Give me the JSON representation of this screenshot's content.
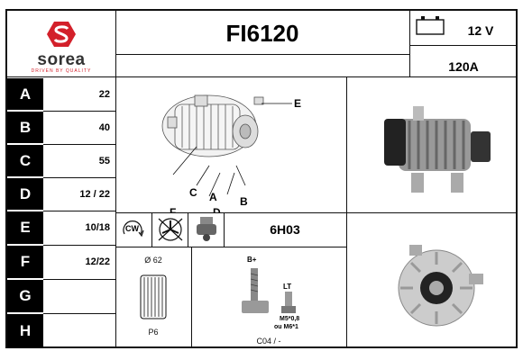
{
  "brand": {
    "name": "sorea",
    "tagline": "DRIVEN BY QUALITY",
    "color": "#d3202a"
  },
  "header": {
    "part_number": "FI6120",
    "voltage": "12 V",
    "amperage": "120A"
  },
  "rows": [
    {
      "letter": "A",
      "value": "22"
    },
    {
      "letter": "B",
      "value": "40"
    },
    {
      "letter": "C",
      "value": "55"
    },
    {
      "letter": "D",
      "value": "12 / 22"
    },
    {
      "letter": "E",
      "value": "10/18"
    },
    {
      "letter": "F",
      "value": "12/22"
    },
    {
      "letter": "G",
      "value": ""
    },
    {
      "letter": "H",
      "value": ""
    }
  ],
  "diagram_labels": {
    "e": "E",
    "c": "C",
    "a": "A",
    "b": "B",
    "f": "F",
    "d": "D"
  },
  "spec": {
    "rotation": "CW",
    "regulator_code": "6H03"
  },
  "pulley": {
    "diameter": "Ø 62",
    "type": "P6"
  },
  "terminals": {
    "b_plus": "B+",
    "lt": "LT",
    "thread_line1": "M5*0,8",
    "thread_line2": "ou M6*1",
    "connector_code": "C04 / -"
  },
  "icons": [
    "tape-icon",
    "cw-rotation-icon",
    "no-fan-icon",
    "regulator-icon",
    "bolt-icon"
  ]
}
